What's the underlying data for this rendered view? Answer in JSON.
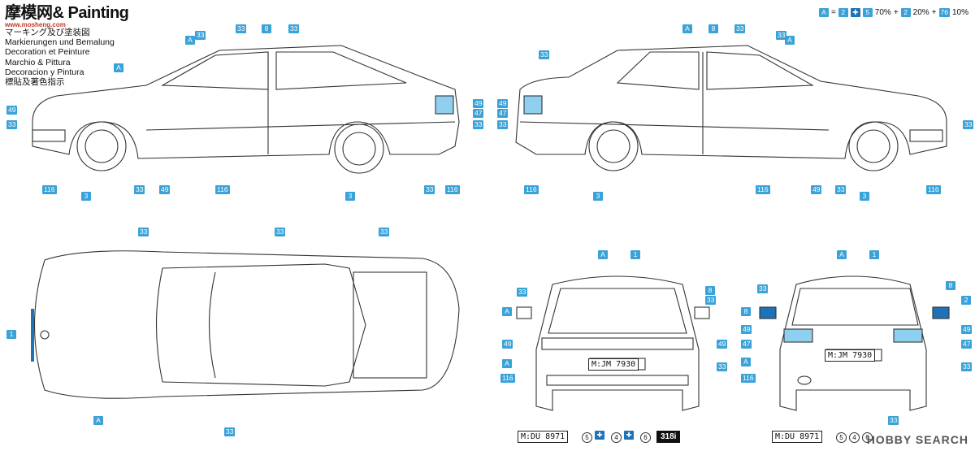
{
  "header": {
    "watermark_cn": "摩模网",
    "title": "& Painting",
    "site": "www.mosheng.com",
    "lines": [
      "マーキング及び塗装図",
      "Markierungen und Bemalung",
      "Decoration et Peinture",
      "Marchio & Pittura",
      "Decoracion y Pintura",
      "標貼及著色指示"
    ]
  },
  "legend": {
    "a_tag": "A",
    "eq1": "=",
    "n2": "2",
    "pct1": "70%",
    "plus": "+",
    "n2b": "2",
    "pct2": "20%",
    "plus2": "+",
    "n76": "76",
    "pct3": "10%"
  },
  "callouts": [
    "A",
    "33",
    "33",
    "8",
    "33",
    "49",
    "33",
    "116",
    "3",
    "33",
    "49",
    "116",
    "3",
    "33",
    "116",
    "49",
    "47",
    "33",
    "A",
    "33",
    "8",
    "33",
    "33",
    "A",
    "A",
    "49",
    "47",
    "33",
    "116",
    "3",
    "116",
    "33",
    "3",
    "49",
    "33",
    "116",
    "33",
    "1",
    "33",
    "33",
    "A",
    "33",
    "A",
    "1",
    "8",
    "33",
    "A",
    "49",
    "49",
    "A",
    "33",
    "116",
    "33",
    "A",
    "1",
    "2",
    "8",
    "33",
    "8",
    "49",
    "49",
    "47",
    "47",
    "A",
    "33",
    "116",
    "33"
  ],
  "plates": {
    "front_top": "M:JM 7930",
    "rear_top": "M:JM 7930",
    "front_bottom": "M:DU 8971",
    "rear_bottom": "M:DU 8971"
  },
  "bottom_nums": {
    "f5": "5",
    "f4": "4",
    "f6": "6",
    "r5": "5",
    "r4": "4",
    "r6": "6"
  },
  "badge": "318i",
  "watermark_bottom": "HOBBY SEARCH",
  "colors": {
    "decal": "#3aa2d8",
    "decal_dark": "#1d72b8",
    "line": "#333333"
  }
}
